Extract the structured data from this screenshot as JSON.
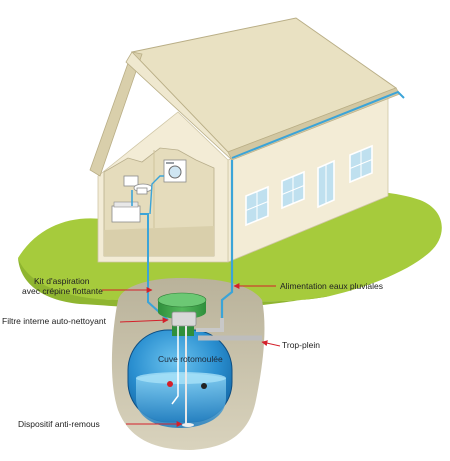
{
  "labels": {
    "kit_line1": "Kit d'aspiration",
    "kit_line2": "avec crépine flottante",
    "alimentation": "Alimentation eaux pluviales",
    "filtre": "Filtre interne auto-nettoyant",
    "trop_plein": "Trop-plein",
    "cuve": "Cuve rotomoulée",
    "dispositif": "Dispositif anti-remous"
  },
  "colors": {
    "grass": "#a6cb3c",
    "wall": "#f3ecd6",
    "roof": "#e9e1c2",
    "roof_edge": "#c8be9a",
    "water_pipe": "#3ba4d8",
    "tank": "#1f86c9",
    "tank_lid": "#3aa34a",
    "arrow_red": "#d4202a",
    "window": "#bfe0ef"
  },
  "icons": {
    "washing_machine": "washing-machine-icon",
    "toilet": "toilet-icon",
    "pump": "pump-icon"
  }
}
